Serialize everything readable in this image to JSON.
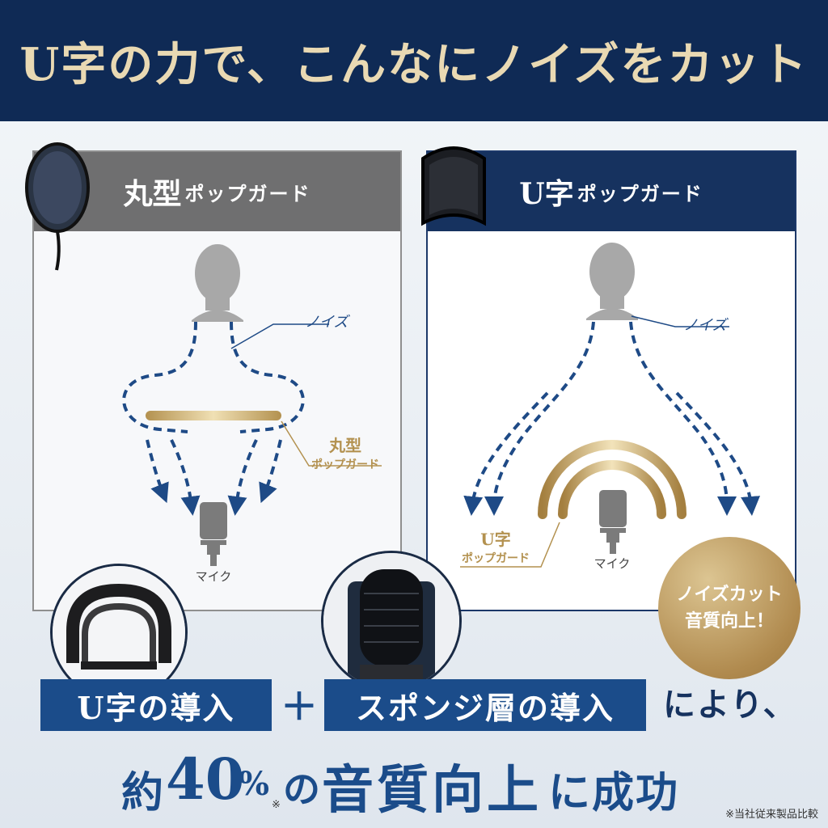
{
  "header": {
    "title": "U字の力で、こんなにノイズをカット"
  },
  "left_panel": {
    "title_main": "丸型",
    "title_sub": "ポップガード",
    "noise_label": "ノイズ",
    "guard_label_line1": "丸型",
    "guard_label_line2": "ポップガード",
    "mic_label": "マイク"
  },
  "right_panel": {
    "title_main": "U字",
    "title_sub": "ポップガード",
    "noise_label": "ノイズ",
    "guard_label_line1": "U字",
    "guard_label_line2": "ポップガード",
    "mic_label": "マイク"
  },
  "badge": {
    "line1": "ノイズカット",
    "line2": "音質向上！"
  },
  "features": {
    "u_shape": "U字の導入",
    "plus": "＋",
    "sponge": "スポンジ層の導入",
    "suffix": "により、"
  },
  "result": {
    "prefix": "約",
    "number": "40",
    "percent": "%",
    "middle": "の",
    "highlight": "音質向上",
    "suffix": "に成功",
    "mark": "※"
  },
  "footnote": "※当社従来製品比較",
  "colors": {
    "navy": "#0f2a55",
    "blue": "#1b4c8a",
    "gold": "#c4a062",
    "gray": "#6f6f70"
  }
}
